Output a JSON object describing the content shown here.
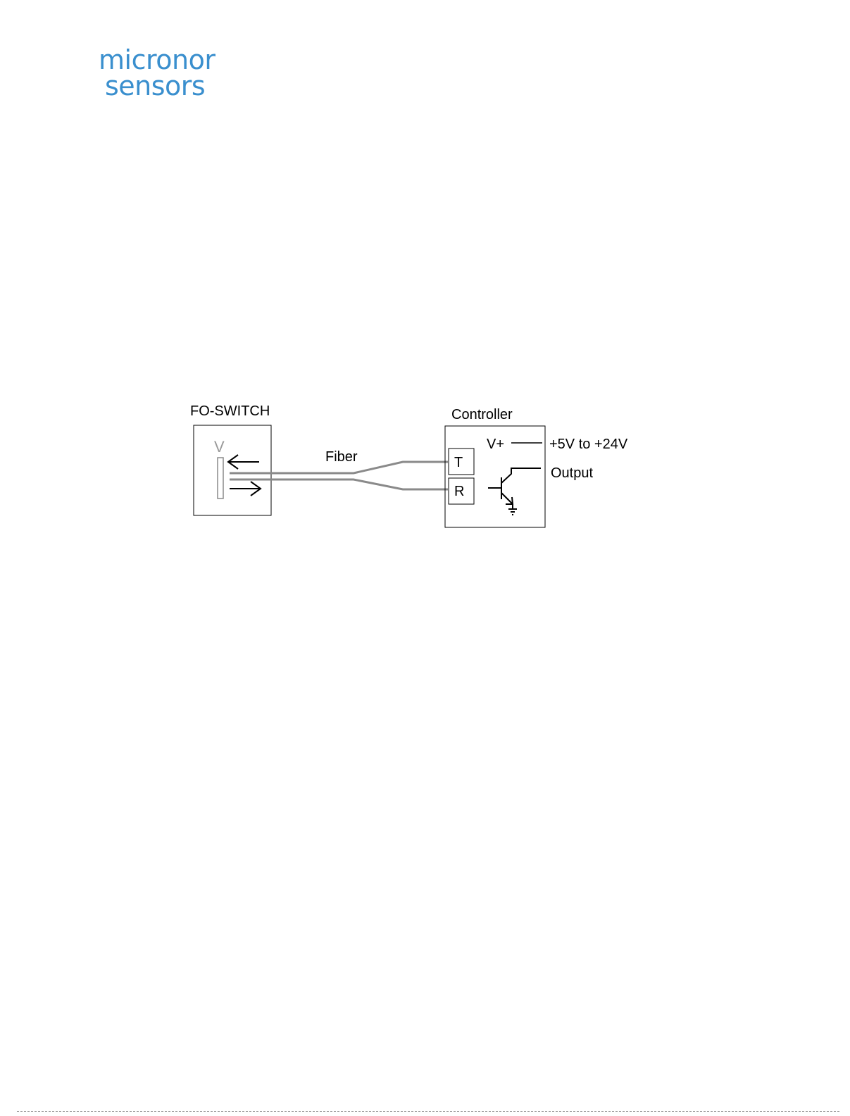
{
  "logo": {
    "line1": "micronor",
    "line2": "sensors",
    "color": "#3a8fce"
  },
  "diagram": {
    "switch_title": "FO-SWITCH",
    "switch_v_mark": "V",
    "fiber_label": "Fiber",
    "controller_title": "Controller",
    "terminal_t": "T",
    "terminal_r": "R",
    "vplus_label": "V+",
    "voltage_label": "+5V to +24V",
    "output_label": "Output"
  },
  "colors": {
    "line": "#000000",
    "fiber": "#8a8a8a",
    "switch_mark": "#9a9a9a"
  }
}
